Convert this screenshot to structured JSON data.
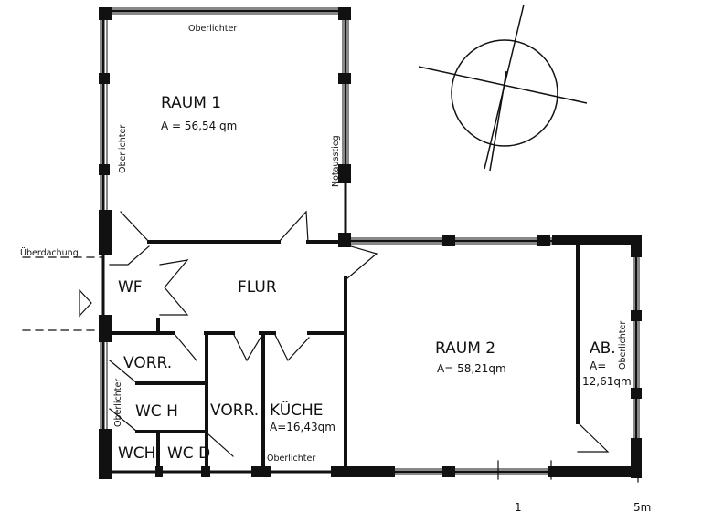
{
  "rooms": {
    "raum1": {
      "name": "RAUM 1",
      "area": "A = 56,54 qm"
    },
    "raum2": {
      "name": "RAUM 2",
      "area": "A= 58,21qm"
    },
    "ab": {
      "name": "AB.",
      "area_label": "A=",
      "area_value": "12,61qm"
    },
    "flur": {
      "name": "FLUR"
    },
    "wf": {
      "name": "WF"
    },
    "vorr1": {
      "name": "VORR."
    },
    "vorr2": {
      "name": "VORR."
    },
    "wch_upper": {
      "name": "WC H"
    },
    "wch_lower": {
      "name": "WCH"
    },
    "wcd": {
      "name": "WC D"
    },
    "kueche": {
      "name": "KÜCHE",
      "area": "A=16,43qm"
    }
  },
  "annotations": {
    "oberlichter_top": "Oberlichter",
    "oberlichter_left": "Oberlichter",
    "oberlichter_right": "Oberlichter",
    "oberlichter_bottom": "Oberlichter",
    "oberlichter_wc": "Oberlichter",
    "notausstieg": "Notausstieg",
    "ueberdachung": "Überdachung"
  },
  "scale": {
    "tick1": "1",
    "tick2": "5m"
  },
  "colors": {
    "ink": "#111111",
    "paper": "#ffffff"
  }
}
